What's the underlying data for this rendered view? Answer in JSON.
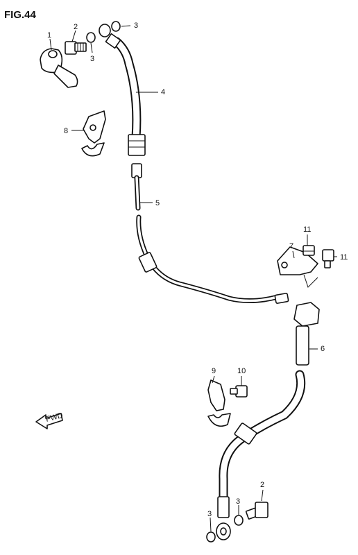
{
  "figure": {
    "title": "FIG.44"
  },
  "direction_arrow": {
    "label": "FWD"
  },
  "callouts": {
    "banjo_fitting": "1",
    "union_bolt_top": "2",
    "gasket_top_left": "3",
    "gasket_top_right": "3",
    "upper_brake_hose": "4",
    "brake_pipe": "5",
    "lower_brake_hose": "6",
    "hose_clamp_right": "7",
    "hose_clamp_upper": "8",
    "hose_clamp_lower": "9",
    "clamp_bolt_lower": "10",
    "clamp_bolt_right_a": "11",
    "clamp_bolt_right_b": "11",
    "union_bolt_bottom": "2",
    "gasket_bottom_left": "3",
    "gasket_bottom_right": "3"
  }
}
